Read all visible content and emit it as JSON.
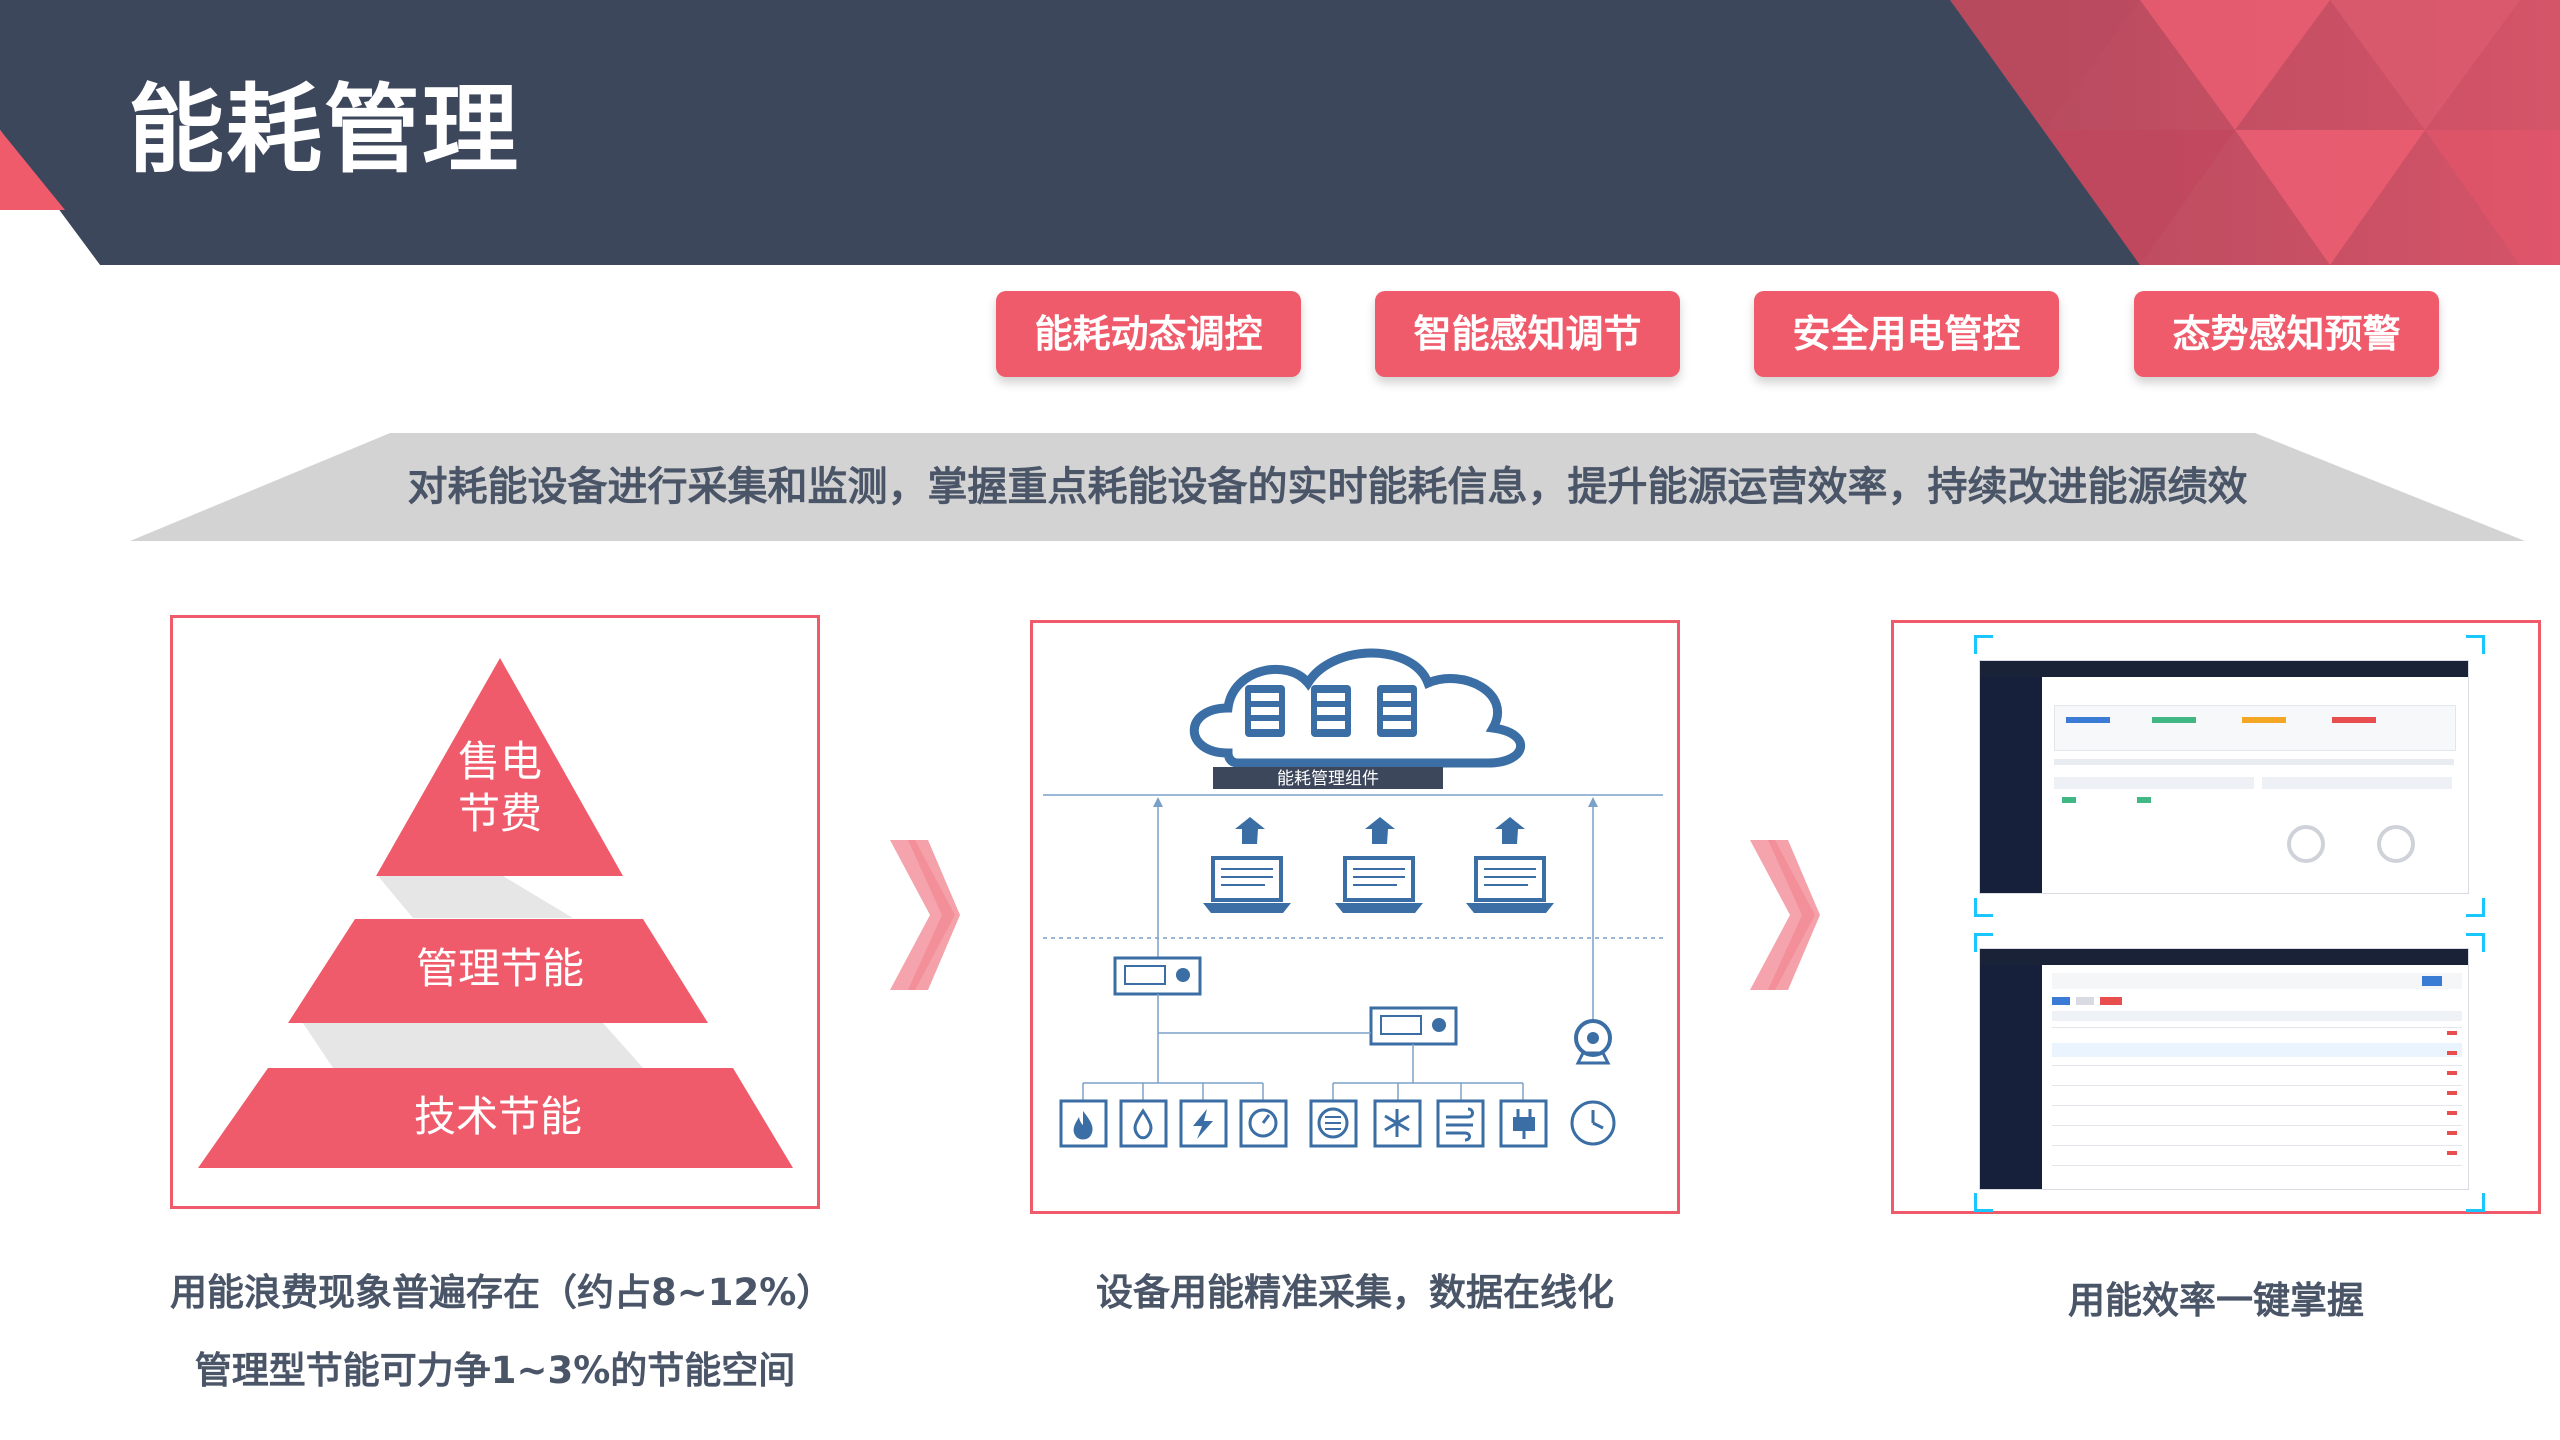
{
  "slide": {
    "title": "能耗管理"
  },
  "tags": [
    "能耗动态调控",
    "智能感知调节",
    "安全用电管控",
    "态势感知预警"
  ],
  "banner": {
    "text": "对耗能设备进行采集和监测，掌握重点耗能设备的实时能耗信息，提升能源运营效率，持续改进能源绩效"
  },
  "pyramid": {
    "top": "售电\n节费",
    "middle": "管理节能",
    "bottom": "技术节能"
  },
  "diagram": {
    "system_label": "能耗管理组件"
  },
  "captions": {
    "left_line1": "用能浪费现象普遍存在（约占8~12%）",
    "left_line2": "管理型节能可力争1~3%的节能空间",
    "middle": "设备用能精准采集，数据在线化",
    "right": "用能效率一键掌握"
  },
  "colors": {
    "accent": "#ef5b6b",
    "header": "#3d475c",
    "text": "#4a5568",
    "banner": "#d3d3d3",
    "diagram_blue": "#3a6ea5"
  },
  "icons": [
    "fire-icon",
    "water-drop-icon",
    "lightning-icon",
    "gauge-icon",
    "meter-icon",
    "snowflake-icon",
    "wind-icon",
    "plug-icon",
    "clock-icon",
    "camera-icon",
    "server-icon",
    "laptop-icon",
    "up-arrow-icon"
  ]
}
